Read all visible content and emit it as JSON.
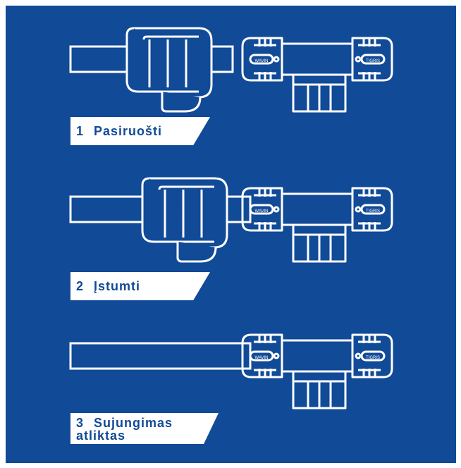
{
  "colors": {
    "background": "#114a97",
    "line": "#ffffff"
  },
  "steps": [
    {
      "number": "1",
      "text": "Pasiruošti",
      "hand": "grip-open"
    },
    {
      "number": "2",
      "text": "Įstumti",
      "hand": "grip-pushed"
    },
    {
      "number": "3",
      "text_line1": "Sujungimas",
      "text_line2": "atliktas",
      "hand": "none"
    }
  ],
  "fitting": {
    "left_logo": "WAVIN",
    "right_logo": "TIGRIS"
  }
}
